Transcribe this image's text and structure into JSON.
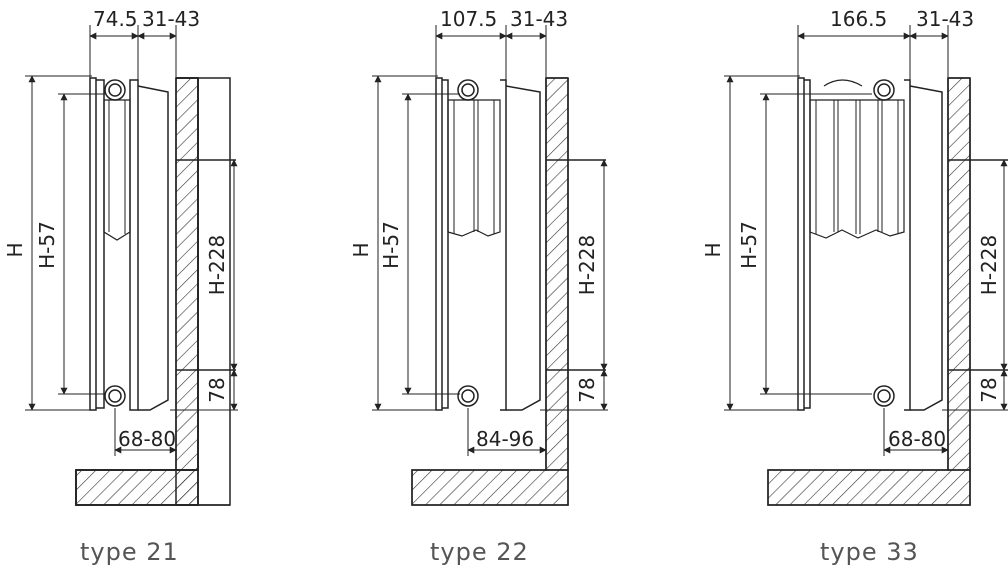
{
  "colors": {
    "line": "#222222",
    "hatch": "#333333",
    "caption": "#555555"
  },
  "panels": [
    {
      "type_label": "type 21",
      "dims": {
        "depth": "74.5",
        "gap": "31-43",
        "h": "H",
        "h57": "H-57",
        "h228": "H-228",
        "d78": "78",
        "bottom": "68-80"
      }
    },
    {
      "type_label": "type 22",
      "dims": {
        "depth": "107.5",
        "gap": "31-43",
        "h": "H",
        "h57": "H-57",
        "h228": "H-228",
        "d78": "78",
        "bottom": "84-96"
      }
    },
    {
      "type_label": "type 33",
      "dims": {
        "depth": "166.5",
        "gap": "31-43",
        "h": "H",
        "h57": "H-57",
        "h228": "H-228",
        "d78": "78",
        "bottom": "68-80"
      }
    }
  ]
}
